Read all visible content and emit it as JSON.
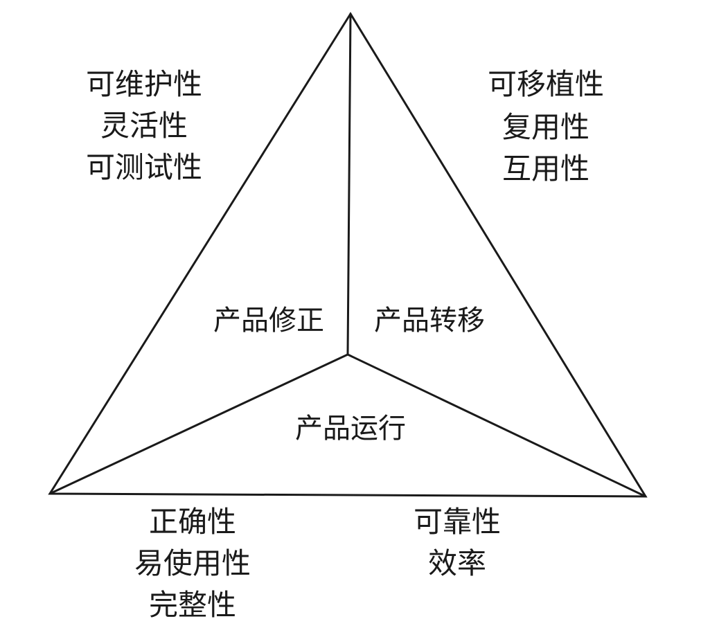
{
  "regions": {
    "left": "产品修正",
    "right": "产品转移",
    "bottom": "产品运行"
  },
  "groups": {
    "top_left": [
      "可维护性",
      "灵活性",
      "可测试性"
    ],
    "top_right": [
      "可移植性",
      "复用性",
      "互用性"
    ],
    "bottom_left": [
      "正确性",
      "易使用性",
      "完整性"
    ],
    "bottom_right": [
      "可靠性",
      "效率"
    ]
  }
}
